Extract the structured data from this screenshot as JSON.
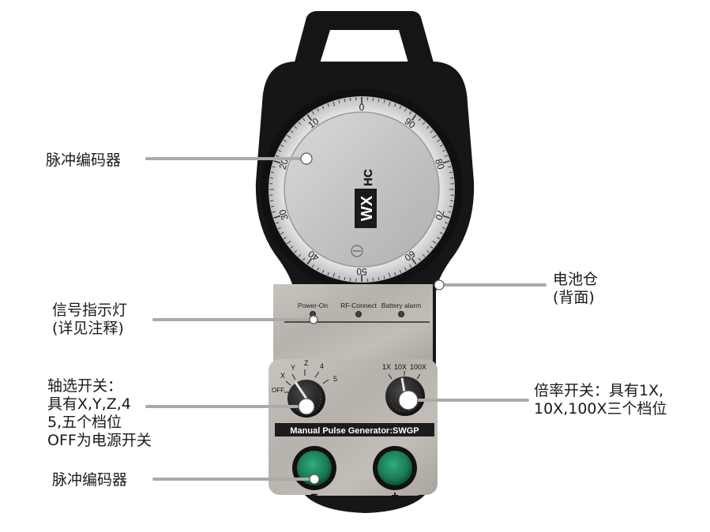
{
  "colors": {
    "body": "#161616",
    "plate": "#b9b4ae",
    "dial_face": "#c8c8c8",
    "indicator_green": "#3a4a3c",
    "button_green": "#1d7f5a",
    "callout_line": "#aaaaaa",
    "callout_dot": "#ffffff"
  },
  "device": {
    "logo_main": "WX",
    "logo_sub": "HC",
    "dial_numbers": [
      "0",
      "10",
      "20",
      "30",
      "40",
      "50",
      "60",
      "70",
      "80",
      "90"
    ],
    "indicators": [
      "Power-On",
      "RF-Connect",
      "Battery alarm"
    ],
    "axis_positions": [
      "OFF",
      "X",
      "Y",
      "Z",
      "4",
      "5"
    ],
    "multiplier_positions": [
      "1X",
      "10X",
      "100X"
    ],
    "plate_title": "Manual Pulse Generator:SWGP",
    "minus_label": "−",
    "plus_label": "+"
  },
  "callouts": {
    "encoder_top": [
      "脉冲编码器"
    ],
    "battery": [
      "电池仓",
      "(背面)"
    ],
    "indicator": [
      "信号指示灯",
      "(详见注释)"
    ],
    "axis_switch": [
      "轴选开关：",
      "具有X,Y,Z,4",
      "5,五个档位",
      "OFF为电源开关"
    ],
    "rate_switch": [
      "倍率开关：具有1X,",
      "10X,100X三个档位"
    ],
    "encoder_bottom": [
      "脉冲编码器"
    ]
  }
}
